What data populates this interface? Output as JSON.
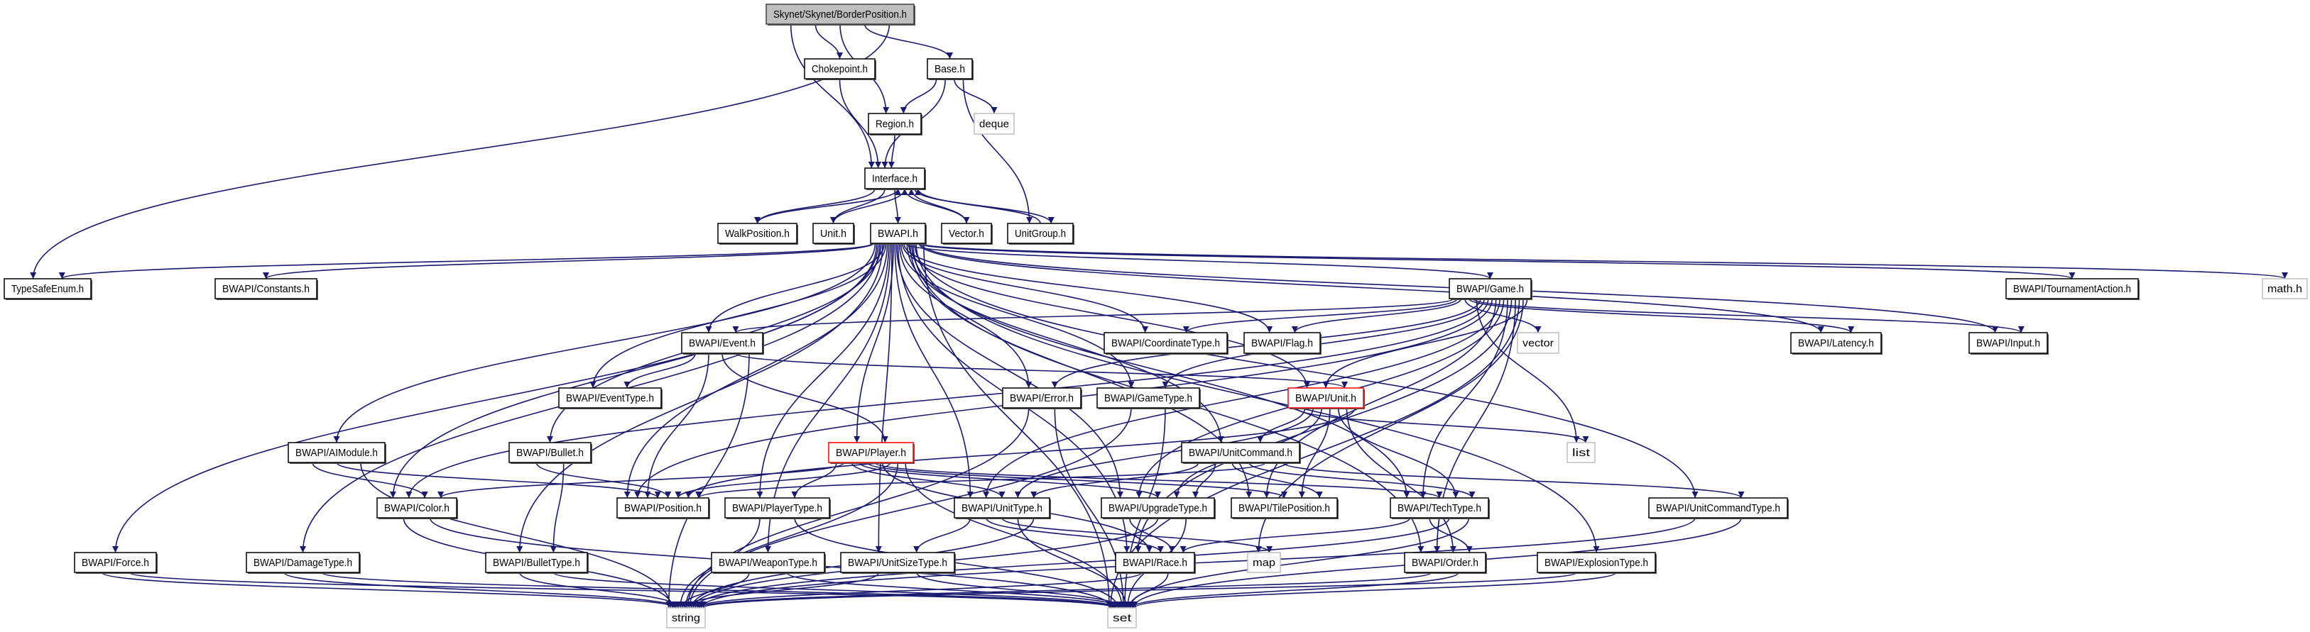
{
  "diagram": {
    "type": "include-dependency-graph",
    "colors": {
      "edge": "#191970",
      "root_fill": "#bfbfbf",
      "external_border": "#bfbfbf",
      "truncated_border": "#ff0000",
      "node_border": "#000000"
    },
    "nodes": [
      {
        "id": "root",
        "label": "Skynet/Skynet/BorderPosition.h",
        "kind": "root"
      },
      {
        "id": "chokepoint",
        "label": "Chokepoint.h",
        "kind": "normal"
      },
      {
        "id": "base",
        "label": "Base.h",
        "kind": "normal"
      },
      {
        "id": "region",
        "label": "Region.h",
        "kind": "normal"
      },
      {
        "id": "deque",
        "label": "deque",
        "kind": "external"
      },
      {
        "id": "interface",
        "label": "Interface.h",
        "kind": "normal"
      },
      {
        "id": "walkpos",
        "label": "WalkPosition.h",
        "kind": "normal"
      },
      {
        "id": "unith",
        "label": "Unit.h",
        "kind": "normal"
      },
      {
        "id": "bwapi",
        "label": "BWAPI.h",
        "kind": "normal"
      },
      {
        "id": "vector_h",
        "label": "Vector.h",
        "kind": "normal"
      },
      {
        "id": "unitgroup",
        "label": "UnitGroup.h",
        "kind": "normal"
      },
      {
        "id": "typesafe",
        "label": "TypeSafeEnum.h",
        "kind": "normal"
      },
      {
        "id": "constants",
        "label": "BWAPI/Constants.h",
        "kind": "normal"
      },
      {
        "id": "game",
        "label": "BWAPI/Game.h",
        "kind": "normal"
      },
      {
        "id": "tournament",
        "label": "BWAPI/TournamentAction.h",
        "kind": "normal"
      },
      {
        "id": "math",
        "label": "math.h",
        "kind": "external"
      },
      {
        "id": "event",
        "label": "BWAPI/Event.h",
        "kind": "normal"
      },
      {
        "id": "coordtype",
        "label": "BWAPI/CoordinateType.h",
        "kind": "normal"
      },
      {
        "id": "flag",
        "label": "BWAPI/Flag.h",
        "kind": "normal"
      },
      {
        "id": "vector",
        "label": "vector",
        "kind": "external"
      },
      {
        "id": "latency",
        "label": "BWAPI/Latency.h",
        "kind": "normal"
      },
      {
        "id": "input",
        "label": "BWAPI/Input.h",
        "kind": "normal"
      },
      {
        "id": "eventtype",
        "label": "BWAPI/EventType.h",
        "kind": "normal"
      },
      {
        "id": "error",
        "label": "BWAPI/Error.h",
        "kind": "normal"
      },
      {
        "id": "gametype",
        "label": "BWAPI/GameType.h",
        "kind": "normal"
      },
      {
        "id": "bunit",
        "label": "BWAPI/Unit.h",
        "kind": "truncated"
      },
      {
        "id": "aimodule",
        "label": "BWAPI/AIModule.h",
        "kind": "normal"
      },
      {
        "id": "bullet",
        "label": "BWAPI/Bullet.h",
        "kind": "normal"
      },
      {
        "id": "player",
        "label": "BWAPI/Player.h",
        "kind": "truncated"
      },
      {
        "id": "unitcommand",
        "label": "BWAPI/UnitCommand.h",
        "kind": "normal"
      },
      {
        "id": "list",
        "label": "list",
        "kind": "external"
      },
      {
        "id": "color",
        "label": "BWAPI/Color.h",
        "kind": "normal"
      },
      {
        "id": "position",
        "label": "BWAPI/Position.h",
        "kind": "normal"
      },
      {
        "id": "playertype",
        "label": "BWAPI/PlayerType.h",
        "kind": "normal"
      },
      {
        "id": "unittype",
        "label": "BWAPI/UnitType.h",
        "kind": "normal"
      },
      {
        "id": "upgradetype",
        "label": "BWAPI/UpgradeType.h",
        "kind": "normal"
      },
      {
        "id": "tileposition",
        "label": "BWAPI/TilePosition.h",
        "kind": "normal"
      },
      {
        "id": "techtype",
        "label": "BWAPI/TechType.h",
        "kind": "normal"
      },
      {
        "id": "unitcommandtype",
        "label": "BWAPI/UnitCommandType.h",
        "kind": "normal"
      },
      {
        "id": "force",
        "label": "BWAPI/Force.h",
        "kind": "normal"
      },
      {
        "id": "damagetype",
        "label": "BWAPI/DamageType.h",
        "kind": "normal"
      },
      {
        "id": "bullettype",
        "label": "BWAPI/BulletType.h",
        "kind": "normal"
      },
      {
        "id": "weapontype",
        "label": "BWAPI/WeaponType.h",
        "kind": "normal"
      },
      {
        "id": "unitsizetype",
        "label": "BWAPI/UnitSizeType.h",
        "kind": "normal"
      },
      {
        "id": "race",
        "label": "BWAPI/Race.h",
        "kind": "normal"
      },
      {
        "id": "map",
        "label": "map",
        "kind": "external"
      },
      {
        "id": "order",
        "label": "BWAPI/Order.h",
        "kind": "normal"
      },
      {
        "id": "explosiontype",
        "label": "BWAPI/ExplosionType.h",
        "kind": "normal"
      },
      {
        "id": "string",
        "label": "string",
        "kind": "external"
      },
      {
        "id": "set",
        "label": "set",
        "kind": "external"
      }
    ],
    "edges": [
      [
        "root",
        "interface"
      ],
      [
        "root",
        "chokepoint"
      ],
      [
        "root",
        "region"
      ],
      [
        "root",
        "base"
      ],
      [
        "root",
        "typesafe"
      ],
      [
        "chokepoint",
        "interface"
      ],
      [
        "base",
        "region"
      ],
      [
        "base",
        "interface"
      ],
      [
        "base",
        "deque"
      ],
      [
        "base",
        "unitgroup"
      ],
      [
        "region",
        "interface"
      ],
      [
        "interface",
        "walkpos"
      ],
      [
        "interface",
        "unith"
      ],
      [
        "interface",
        "bwapi"
      ],
      [
        "interface",
        "vector_h"
      ],
      [
        "interface",
        "unitgroup"
      ],
      [
        "walkpos",
        "interface"
      ],
      [
        "unith",
        "interface"
      ],
      [
        "vector_h",
        "interface"
      ],
      [
        "unitgroup",
        "interface"
      ],
      [
        "bwapi",
        "typesafe"
      ],
      [
        "bwapi",
        "constants"
      ],
      [
        "bwapi",
        "aimodule"
      ],
      [
        "bwapi",
        "color"
      ],
      [
        "bwapi",
        "force"
      ],
      [
        "bwapi",
        "damagetype"
      ],
      [
        "bwapi",
        "bullet"
      ],
      [
        "bwapi",
        "bullettype"
      ],
      [
        "bwapi",
        "event"
      ],
      [
        "bwapi",
        "eventtype"
      ],
      [
        "bwapi",
        "position"
      ],
      [
        "bwapi",
        "playertype"
      ],
      [
        "bwapi",
        "weapontype"
      ],
      [
        "bwapi",
        "unitsizetype"
      ],
      [
        "bwapi",
        "player"
      ],
      [
        "bwapi",
        "unittype"
      ],
      [
        "bwapi",
        "upgradetype"
      ],
      [
        "bwapi",
        "race"
      ],
      [
        "bwapi",
        "error"
      ],
      [
        "bwapi",
        "gametype"
      ],
      [
        "bwapi",
        "coordtype"
      ],
      [
        "bwapi",
        "flag"
      ],
      [
        "bwapi",
        "game"
      ],
      [
        "bwapi",
        "unitcommand"
      ],
      [
        "bwapi",
        "bunit"
      ],
      [
        "bwapi",
        "tileposition"
      ],
      [
        "bwapi",
        "techtype"
      ],
      [
        "bwapi",
        "order"
      ],
      [
        "bwapi",
        "unitcommandtype"
      ],
      [
        "bwapi",
        "explosiontype"
      ],
      [
        "bwapi",
        "tournament"
      ],
      [
        "bwapi",
        "latency"
      ],
      [
        "bwapi",
        "input"
      ],
      [
        "bwapi",
        "math"
      ],
      [
        "bwapi",
        "set"
      ],
      [
        "game",
        "event"
      ],
      [
        "game",
        "coordtype"
      ],
      [
        "game",
        "flag"
      ],
      [
        "game",
        "vector"
      ],
      [
        "game",
        "latency"
      ],
      [
        "game",
        "input"
      ],
      [
        "game",
        "list"
      ],
      [
        "game",
        "error"
      ],
      [
        "game",
        "gametype"
      ],
      [
        "game",
        "color"
      ],
      [
        "game",
        "position"
      ],
      [
        "game",
        "tileposition"
      ],
      [
        "game",
        "unittype"
      ],
      [
        "game",
        "upgradetype"
      ],
      [
        "game",
        "techtype"
      ],
      [
        "game",
        "race"
      ],
      [
        "game",
        "order"
      ],
      [
        "game",
        "set"
      ],
      [
        "game",
        "map"
      ],
      [
        "game",
        "bunit"
      ],
      [
        "event",
        "eventtype"
      ],
      [
        "event",
        "position"
      ],
      [
        "event",
        "player"
      ],
      [
        "event",
        "bunit"
      ],
      [
        "event",
        "string"
      ],
      [
        "aimodule",
        "color"
      ],
      [
        "aimodule",
        "position"
      ],
      [
        "aimodule",
        "string"
      ],
      [
        "bullet",
        "position"
      ],
      [
        "bullet",
        "bullettype"
      ],
      [
        "color",
        "string"
      ],
      [
        "color",
        "set"
      ],
      [
        "force",
        "string"
      ],
      [
        "force",
        "set"
      ],
      [
        "damagetype",
        "string"
      ],
      [
        "damagetype",
        "set"
      ],
      [
        "bullettype",
        "string"
      ],
      [
        "bullettype",
        "set"
      ],
      [
        "playertype",
        "string"
      ],
      [
        "playertype",
        "set"
      ],
      [
        "weapontype",
        "string"
      ],
      [
        "weapontype",
        "set"
      ],
      [
        "unitsizetype",
        "string"
      ],
      [
        "unitsizetype",
        "set"
      ],
      [
        "player",
        "playertype"
      ],
      [
        "player",
        "color"
      ],
      [
        "player",
        "unittype"
      ],
      [
        "player",
        "upgradetype"
      ],
      [
        "player",
        "tileposition"
      ],
      [
        "player",
        "techtype"
      ],
      [
        "player",
        "race"
      ],
      [
        "player",
        "position"
      ],
      [
        "player",
        "string"
      ],
      [
        "player",
        "set"
      ],
      [
        "error",
        "string"
      ],
      [
        "error",
        "set"
      ],
      [
        "gametype",
        "string"
      ],
      [
        "gametype",
        "set"
      ],
      [
        "bunit",
        "list"
      ],
      [
        "bunit",
        "unitcommand"
      ],
      [
        "bunit",
        "unittype"
      ],
      [
        "bunit",
        "upgradetype"
      ],
      [
        "bunit",
        "tileposition"
      ],
      [
        "bunit",
        "techtype"
      ],
      [
        "bunit",
        "order"
      ],
      [
        "bunit",
        "position"
      ],
      [
        "unitcommand",
        "unittype"
      ],
      [
        "unitcommand",
        "upgradetype"
      ],
      [
        "unitcommand",
        "tileposition"
      ],
      [
        "unitcommand",
        "techtype"
      ],
      [
        "unitcommand",
        "position"
      ],
      [
        "unitcommand",
        "unitcommandtype"
      ],
      [
        "unittype",
        "unitsizetype"
      ],
      [
        "unittype",
        "race"
      ],
      [
        "unittype",
        "map"
      ],
      [
        "unittype",
        "set"
      ],
      [
        "unittype",
        "string"
      ],
      [
        "upgradetype",
        "race"
      ],
      [
        "upgradetype",
        "string"
      ],
      [
        "upgradetype",
        "set"
      ],
      [
        "techtype",
        "race"
      ],
      [
        "techtype",
        "order"
      ],
      [
        "techtype",
        "string"
      ],
      [
        "techtype",
        "set"
      ],
      [
        "race",
        "string"
      ],
      [
        "race",
        "set"
      ],
      [
        "order",
        "string"
      ],
      [
        "order",
        "set"
      ],
      [
        "unitcommandtype",
        "string"
      ],
      [
        "unitcommandtype",
        "set"
      ],
      [
        "explosiontype",
        "string"
      ],
      [
        "explosiontype",
        "set"
      ]
    ]
  }
}
